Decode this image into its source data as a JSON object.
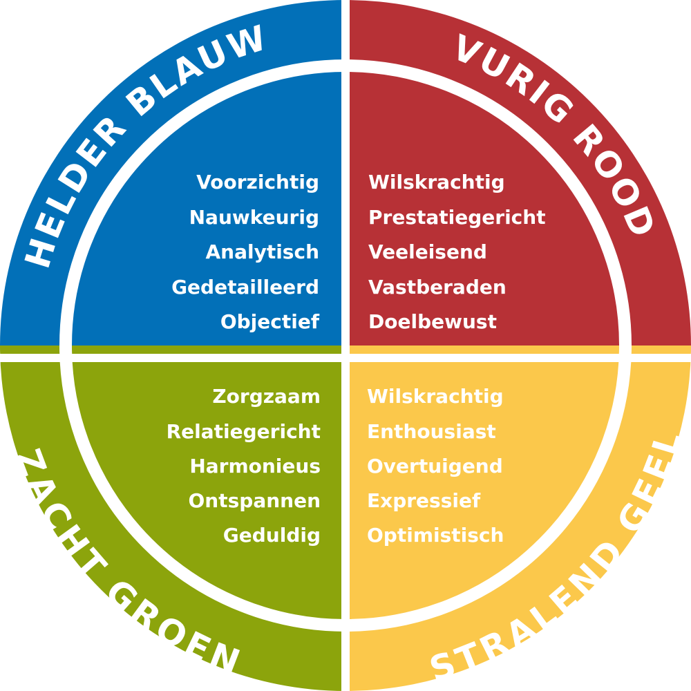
{
  "colors": {
    "blue": "#0270b8",
    "red": "#b73136",
    "green": "#8ca40c",
    "yellow": "#fbc84b",
    "background": "#ffffff",
    "text": "#ffffff"
  },
  "quadrants": {
    "blue": {
      "title": "HELDER BLAUW",
      "traits": [
        "Voorzichtig",
        "Nauwkeurig",
        "Analytisch",
        "Gedetailleerd",
        "Objectief"
      ]
    },
    "red": {
      "title": "VURIG ROOD",
      "traits": [
        "Wilskrachtig",
        "Prestatiegericht",
        "Veeleisend",
        "Vastberaden",
        "Doelbewust"
      ]
    },
    "green": {
      "title": "ZACHT GROEN",
      "traits": [
        "Zorgzaam",
        "Relatiegericht",
        "Harmonieus",
        "Ontspannen",
        "Geduldig"
      ]
    },
    "yellow": {
      "title": "STRALEND GEEL",
      "traits": [
        "Wilskrachtig",
        "Enthousiast",
        "Overtuigend",
        "Expressief",
        "Optimistisch"
      ]
    }
  }
}
